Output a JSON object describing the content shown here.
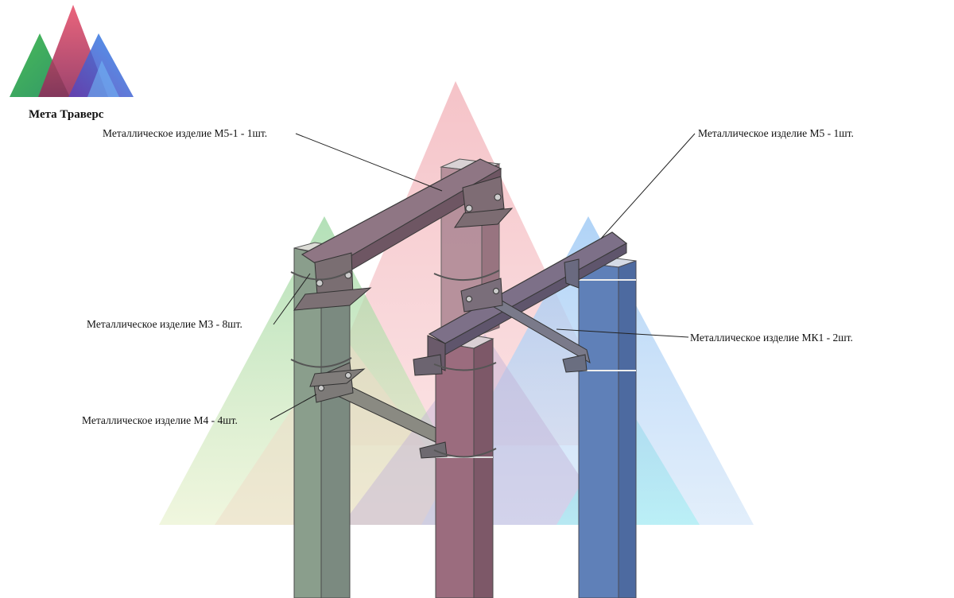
{
  "brand": {
    "name": "Мета Траверс",
    "colors": {
      "green": "#2ea043",
      "red": "#d43b57",
      "blue": "#2f6fe0",
      "purple": "#8a4fb0"
    }
  },
  "diagram": {
    "subject": "Metal traverse structure on four posts",
    "callouts": [
      {
        "id": "m5-1",
        "text": "Металлическое изделие М5-1 - 1шт."
      },
      {
        "id": "m5",
        "text": "Металлическое изделие М5 - 1шт."
      },
      {
        "id": "m3",
        "text": "Металлическое изделие М3 - 8шт."
      },
      {
        "id": "mk1",
        "text": "Металлическое изделие МК1 - 2шт."
      },
      {
        "id": "m4",
        "text": "Металлическое изделие М4 - 4шт."
      }
    ]
  }
}
